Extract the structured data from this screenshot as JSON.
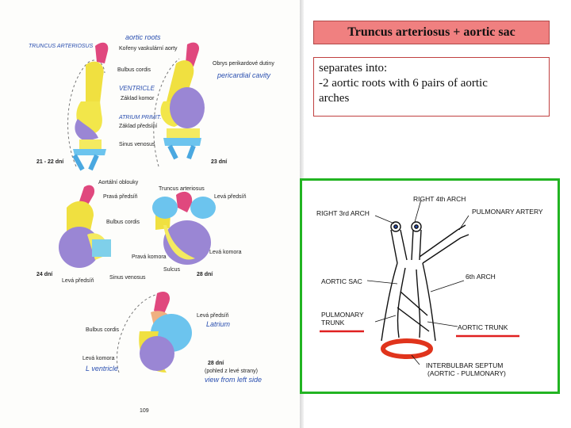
{
  "title_box": {
    "text": "Truncus arteriosus + aortic sac"
  },
  "text_box": {
    "lines": [
      "separates into:",
      "-2 aortic roots with 6 pairs of aortic",
      "arches"
    ]
  },
  "atlas_page": {
    "panel1": {
      "hand_truncus": "TRUNCUS ARTERIOSUS",
      "hand_aortic_roots": "aortic roots",
      "koreny": "Kořeny vaskulární aorty",
      "obrys": "Obrys perikardové dutiny",
      "hand_pericardial": "pericardial cavity",
      "bulbus": "Bulbus cordis",
      "hand_ventricle": "VENTRICLE",
      "zaklad_komor": "Základ komor",
      "hand_atrium": "ATRIUM PRIMIT.",
      "zaklad_predsini": "Základ předsíní",
      "sinus": "Sinus venosus",
      "day_a": "21 - 22 dní",
      "day_b": "23 dní"
    },
    "panel2": {
      "aortalni": "Aortální oblouky",
      "prava_predsin": "Pravá předsíň",
      "truncus": "Truncus arteriosus",
      "leva_predsin": "Levá předsíň",
      "bulbus": "Bulbus cordis",
      "prava_komora": "Pravá komora",
      "leva_komora": "Levá komora",
      "sulcus": "Sulcus",
      "leva_predsin_b": "Levá předsíň",
      "sinus": "Sinus venosus",
      "day_a": "24 dní",
      "day_b": "28 dní"
    },
    "panel3": {
      "leva_predsin": "Levá předsíň",
      "hand_atrium": "Latrium",
      "bulbus": "Bulbus cordis",
      "leva_komora": "Levá komora",
      "hand_ventricle": "L ventricle",
      "day": "28 dní",
      "note": "(pohled z levé strany)",
      "hand_view": "view from left side"
    },
    "page_number": "109"
  },
  "diagram": {
    "right_3rd_arch": "RIGHT 3rd ARCH",
    "right_4th_arch": "RIGHT 4th ARCH",
    "pulmonary_artery": "PULMONARY ARTERY",
    "aortic_sac": "AORTIC SAC",
    "sixth_arch": "6th ARCH",
    "pulmonary_trunk_1": "PULMONARY",
    "pulmonary_trunk_2": "TRUNK",
    "aortic_trunk": "AORTIC TRUNK",
    "septum_1": "INTERBULBAR SEPTUM",
    "septum_2": "(AORTIC - PULMONARY)"
  },
  "colors": {
    "title_fill": "#f08080",
    "frame_green": "#22b422",
    "underline_red": "#e02020",
    "septum_red": "#e0341c"
  }
}
